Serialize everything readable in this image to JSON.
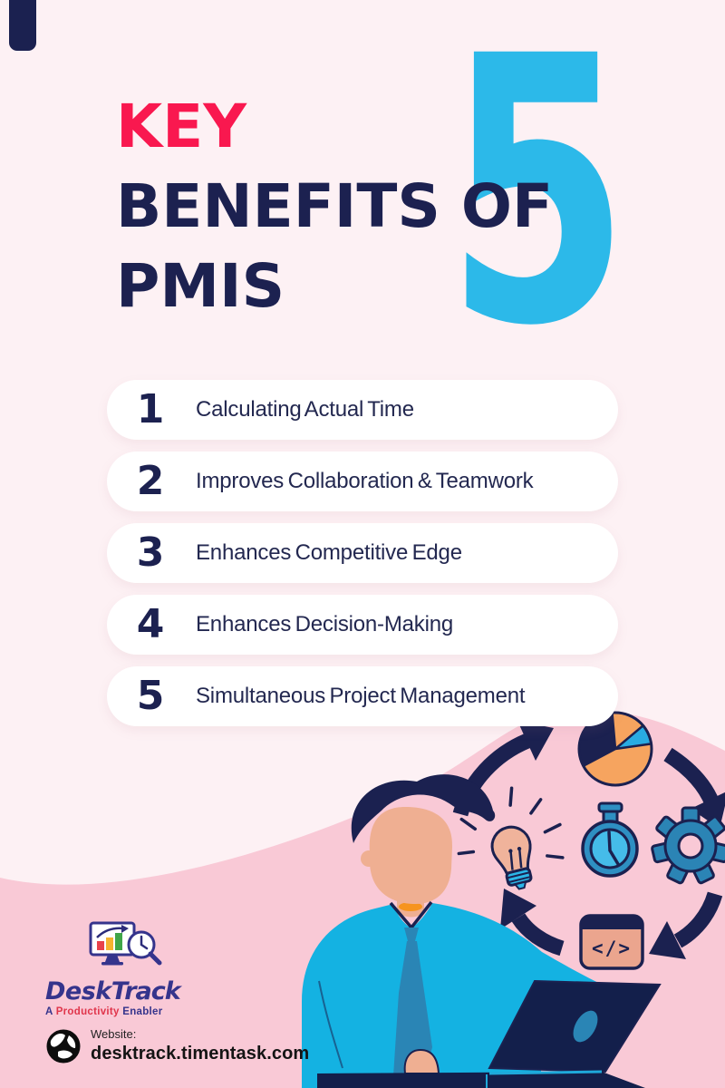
{
  "header": {
    "accent_word": "KEY",
    "line2": "BENEFITS OF",
    "line3": "PMIS",
    "big_number": "5",
    "accent_color": "#F9184F",
    "heading_color": "#1C2150",
    "big_number_color": "#2CB9E9"
  },
  "benefits": [
    {
      "number": "1",
      "label": "Calculating Actual Time"
    },
    {
      "number": "2",
      "label": "Improves Collaboration & Teamwork"
    },
    {
      "number": "3",
      "label": "Enhances Competitive Edge"
    },
    {
      "number": "4",
      "label": "Enhances Decision-Making"
    },
    {
      "number": "5",
      "label": "Simultaneous Project Management"
    }
  ],
  "illustration": {
    "icons": [
      "pie-chart-icon",
      "stopwatch-icon",
      "gear-icon",
      "code-window-icon",
      "lightbulb-icon",
      "cycle-arrows",
      "person-with-laptop"
    ],
    "code_symbol": "</>"
  },
  "brand": {
    "name_part1": "Desk",
    "name_part2": "Track",
    "tagline_part1": "A ",
    "tagline_highlight": "Productivity",
    "tagline_part2": " Enabler",
    "name_color": "#35348C"
  },
  "footer": {
    "website_label": "Website:",
    "website_url": "desktrack.timentask.com"
  },
  "colors": {
    "background": "#FDF1F4",
    "wave_pink": "#F9C9D6",
    "navy": "#1B2150",
    "cyan_shirt": "#14B2E2",
    "steel_blue": "#2A85B5",
    "orange": "#F6A45F",
    "salmon": "#EBA58E"
  }
}
